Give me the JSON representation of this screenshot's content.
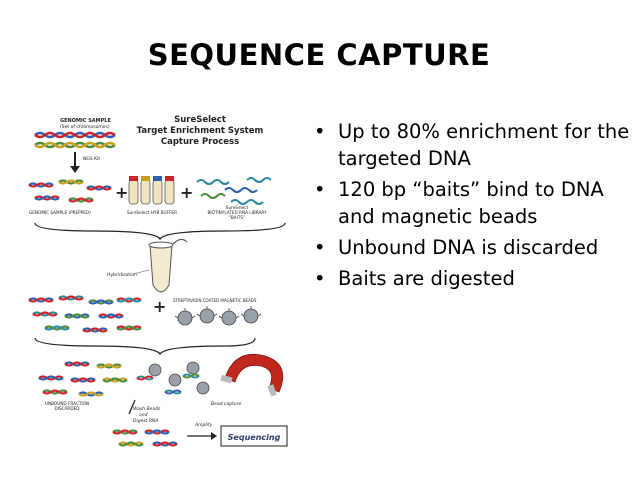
{
  "slide": {
    "title": "SEQUENCE CAPTURE",
    "bullets": [
      "Up to 80% enrichment for the targeted DNA",
      "120 bp “baits” bind to DNA and magnetic beads",
      "Unbound DNA is discarded",
      "Baits are digested"
    ],
    "bullet_symbol": "•"
  },
  "figure": {
    "heading_line1": "SureSelect",
    "heading_line2": "Target Enrichment System",
    "heading_line3": "Capture Process",
    "genomic_sample": "GENOMIC SAMPLE",
    "genomic_sample_sub": "(Set of chromosomes)",
    "ngs_kit": "NGS Kit",
    "genomic_sample_prepped": "GENOMIC SAMPLE (PREPPED)",
    "hyb_buffer": "SureSelect HYB BUFFER",
    "baits_line1": "SureSelect",
    "baits_line2": "BIOTINYLATED RNA LIBRARY",
    "baits_line3": "\"BAITS\"",
    "hybridization": "Hybridization",
    "beads_label": "STREPTAVIDIN COATED MAGNETIC BEADS",
    "bead_capture": "Bead capture",
    "unbound_line1": "UNBOUND FRACTION",
    "unbound_line2": "DISCARDED",
    "wash_line1": "Wash Beads",
    "wash_line2": "and",
    "wash_line3": "Digest RNA",
    "amplify": "Amplify",
    "sequencing": "Sequencing",
    "colors": {
      "dna_blue": "#2e5fb0",
      "dna_red": "#c8242a",
      "dna_green": "#4a8a3a",
      "bait_teal": "#2a8a9a",
      "magnet_red": "#c0281e",
      "text_dark": "#222222"
    }
  }
}
